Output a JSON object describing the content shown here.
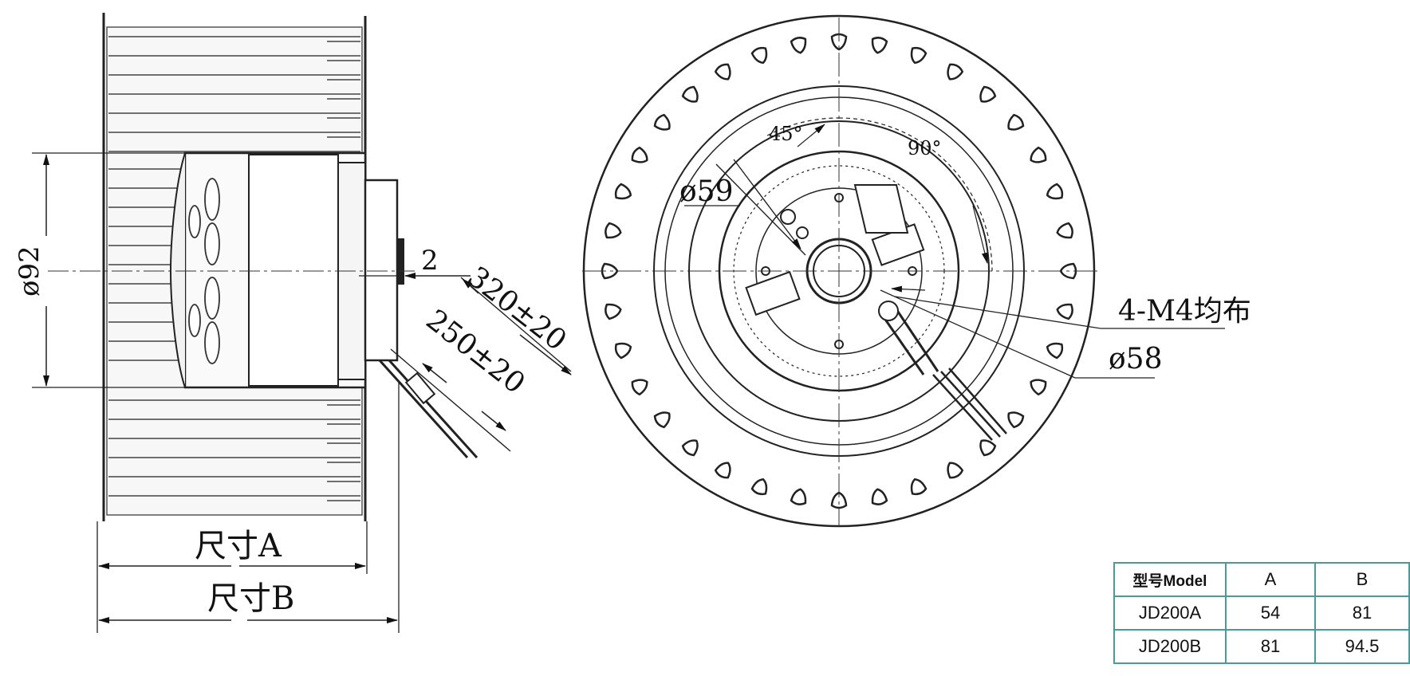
{
  "side_view": {
    "dim_diameter": "ø92",
    "dim_gap": "2",
    "dim_lead_long": "320±20",
    "dim_lead_short": "250±20",
    "dim_a": "尺寸A",
    "dim_b": "尺寸B"
  },
  "front_view": {
    "angle_45": "45°",
    "angle_90": "90°",
    "dim_d59": "ø59",
    "holes_note": "4-M4均布",
    "dim_d58": "ø58"
  },
  "table": {
    "headers": [
      "型号Model",
      "A",
      "B"
    ],
    "rows": [
      [
        "JD200A",
        "54",
        "81"
      ],
      [
        "JD200B",
        "81",
        "94.5"
      ]
    ]
  }
}
